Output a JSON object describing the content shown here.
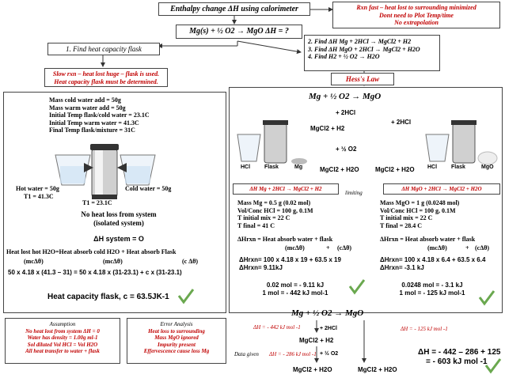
{
  "title": "Enthalpy change ΔH using calorimeter",
  "reaction_main": "Mg(s) + ½ O2 → MgO    ΔH = ?",
  "rxn_fast_note": [
    "Rxn fast – heat lost to surrounding minimized",
    "Dont need to Plot Temp/time",
    "No extrapolation"
  ],
  "step1": "1. Find heat capacity flask",
  "steps": [
    "2. Find ΔH Mg + 2HCl → MgCl2 + H2",
    "3. Find ΔH MgO + 2HCl → MgCl2 + H2O",
    "4. Find H2 + ½ O2 → H2O"
  ],
  "slow_rxn_note": [
    "Slow rxn – heat lost huge – flask is used.",
    "Heat capacity flask must be determined."
  ],
  "hess_label": "Hess's Law",
  "flask_data": [
    "Mass cold water add = 50g",
    "Mass warm water add = 50g",
    "Initial Temp flask/cold water = 23.1C",
    "Initial Temp warm water = 41.3C",
    "Final Temp flask/mixture = 31C"
  ],
  "hot_water": "Hot water = 50g",
  "t1_hot": "T1 = 41.3C",
  "cold_water": "Cold water = 50g",
  "t1_cold": "T1 = 23.1C",
  "no_heat_loss": [
    "No heat loss from system",
    "(isolated system)"
  ],
  "delta_h_system": "ΔH system = O",
  "heat_balance": "Heat lost hot H2O=Heat absorb cold H2O + Heat absorb Flask",
  "heat_terms": [
    "(mcΔθ)",
    "(mcΔθ)",
    "(c Δθ)"
  ],
  "heat_equation": "50 x 4.18 x (41.3 – 31) = 50 x 4.18 x (31-23.1) + c x (31-23.1)",
  "heat_capacity_result": "Heat capacity flask, c = 63.5JK-1",
  "hess_top": {
    "eq": "Mg + ½ O2 → MgO",
    "hcl_left": "+ 2HCl",
    "hcl_right": "+ 2HCl",
    "mgcl2_h2": "MgCl2 + H2",
    "half_o2": "+ ½ O2",
    "mgcl2_h2o_left": "MgCl2 + H2O",
    "mgcl2_h2o_right": "MgCl2 + H2O"
  },
  "apparatus_labels": [
    "HCl",
    "Flask",
    "Mg",
    "HCl",
    "Flask",
    "MgO"
  ],
  "dh_mg_box": "ΔH Mg + 2HCl → MgCl2 + H2",
  "limiting": "limiting",
  "dh_mgo_box": "ΔH MgO + 2HCl → MgCl2 + H2O",
  "mg_data": [
    "Mass Mg = 0.5 g (0.02 mol)",
    "Vol/Conc HCl = 100 g, 0.1M",
    "T initial  mix = 22 C",
    "T final  = 41 C"
  ],
  "mgo_data": [
    "Mass MgO = 1 g (0.0248 mol)",
    "Vol/Conc HCl = 100  g, 0.1M",
    "T initial mix = 22 C",
    "T final  = 28.4 C"
  ],
  "h_rxn_heat": "ΔHrxn = Heat absorb water + flask",
  "h_rxn_terms": [
    "(mcΔθ)",
    "+",
    "(cΔθ)"
  ],
  "mg_calc": [
    "ΔHrxn= 100 x 4.18 x 19  + 63.5 x 19",
    "ΔHrxn= 9.11kJ"
  ],
  "mgo_calc": [
    "ΔHrxn= 100 x 4.18 x 6.4  + 63.5 x 6.4",
    "ΔHrxn= -3.1 kJ"
  ],
  "mg_mol": [
    "0.02 mol = - 9.11 kJ",
    "1 mol = - 442 kJ mol-1"
  ],
  "mgo_mol": [
    "0.0248 mol = - 3.1 kJ",
    "1 mol = - 125 kJ mol-1"
  ],
  "assumption": [
    "Assumption",
    "No heat lost from system ΔH = 0",
    "Water has density = 1.00g ml-1",
    "Sol diluted Vol HCl = Vol H2O",
    "All heat transfer to water + flask"
  ],
  "error": [
    "Error Analysis",
    "Heat loss to surrounding",
    "Mass MgO ignored",
    "Impurity present",
    "Effervescence cause loss Mg"
  ],
  "hess_bottom": {
    "eq": "Mg + ½ O2 → MgO",
    "dh1": "ΔH = - 442 kJ mol -1",
    "hcl": "+ 2HCl",
    "dh2": "ΔH = - 125 kJ mol -1",
    "mgcl2_h2": "MgCl2 + H2",
    "data_given": "Data given",
    "dh3": "ΔH = - 286 kJ mol -1",
    "half_o2": "+ ½ O2",
    "mgcl2_h2o_left": "MgCl2 + H2O",
    "mgcl2_h2o_right": "MgCl2 + H2O"
  },
  "final_answer": [
    "ΔH = - 442 – 286 + 125",
    "= - 603 kJ mol -1"
  ],
  "colors": {
    "red": "#c00000",
    "check": "#6aa84f"
  }
}
